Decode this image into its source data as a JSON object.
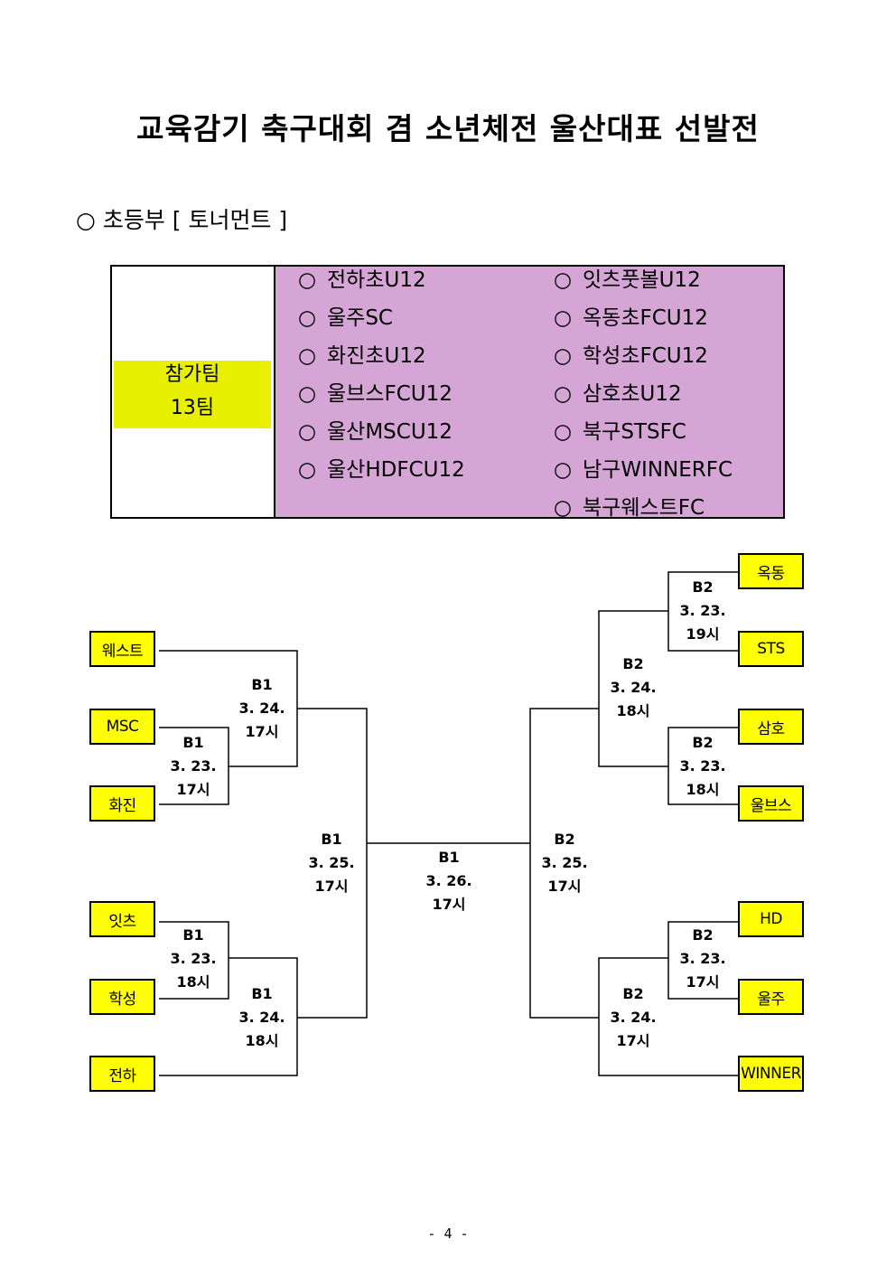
{
  "title": "교육감기 축구대회 겸 소년체전 울산대표 선발전",
  "section": {
    "bullet": "○",
    "label": "초등부 [ 토너먼트 ]"
  },
  "participants": {
    "label_line1": "참가팀",
    "label_line2": "13팀",
    "left_column": [
      "전하초U12",
      "울주SC",
      "화진초U12",
      "울브스FCU12",
      "울산MSCU12",
      "울산HDFCU12"
    ],
    "right_column": [
      "잇츠풋볼U12",
      "옥동초FCU12",
      "학성초FCU12",
      "삼호초U12",
      "북구STSFC",
      "남구WINNERFC",
      "북구웨스트FC"
    ],
    "bullet": "○"
  },
  "bracket": {
    "left_teams": [
      "웨스트",
      "MSC",
      "화진",
      "잇츠",
      "학성",
      "전하"
    ],
    "right_teams": [
      "옥동",
      "STS",
      "삼호",
      "울브스",
      "HD",
      "울주",
      "WINNER"
    ],
    "matches": [
      {
        "court": "B1",
        "date": "3. 23.",
        "time": "17시"
      },
      {
        "court": "B1",
        "date": "3. 24.",
        "time": "17시"
      },
      {
        "court": "B1",
        "date": "3. 23.",
        "time": "18시"
      },
      {
        "court": "B1",
        "date": "3. 24.",
        "time": "18시"
      },
      {
        "court": "B1",
        "date": "3. 25.",
        "time": "17시"
      },
      {
        "court": "B1",
        "date": "3. 26.",
        "time": "17시"
      },
      {
        "court": "B2",
        "date": "3. 25.",
        "time": "17시"
      },
      {
        "court": "B2",
        "date": "3. 23.",
        "time": "19시"
      },
      {
        "court": "B2",
        "date": "3. 24.",
        "time": "18시"
      },
      {
        "court": "B2",
        "date": "3. 23.",
        "time": "18시"
      },
      {
        "court": "B2",
        "date": "3. 23.",
        "time": "17시"
      },
      {
        "court": "B2",
        "date": "3. 24.",
        "time": "17시"
      }
    ]
  },
  "page_number": "- 4 -"
}
